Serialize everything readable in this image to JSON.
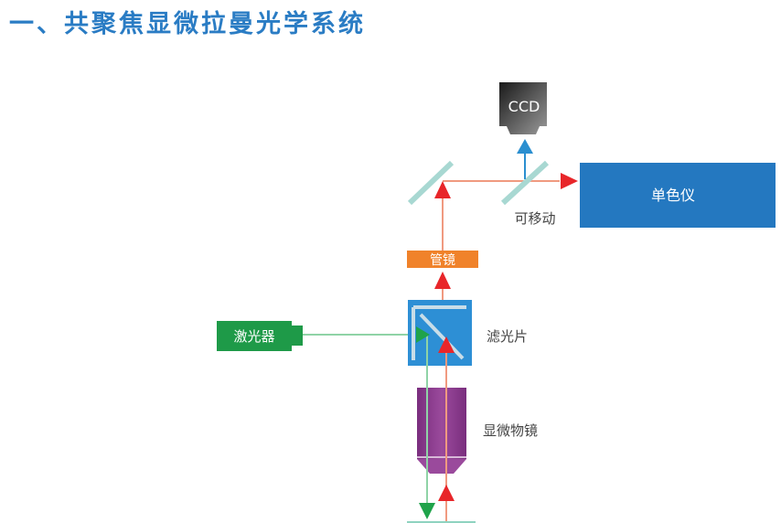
{
  "title": "一、共聚焦显微拉曼光学系统",
  "labels": {
    "ccd": "CCD",
    "monochromator": "单色仪",
    "movable": "可移动",
    "tube_lens": "管镜",
    "laser": "激光器",
    "filter": "滤光片",
    "objective": "显微物镜"
  },
  "colors": {
    "title": "#2a7cc4",
    "laser_beam": "#8fd3a6",
    "laser_arrow": "#1fa34a",
    "raman_beam": "#f09a80",
    "raman_arrow": "#e8262a",
    "ccd_arrow": "#2b8fd0",
    "monochromator": "#2478c0",
    "tube_lens": "#f0822a",
    "laser_body": "#1e9a48",
    "filter_box": "#2d8fd5",
    "objective": "#8a3a8c",
    "mirror": "#a8d8d2"
  }
}
